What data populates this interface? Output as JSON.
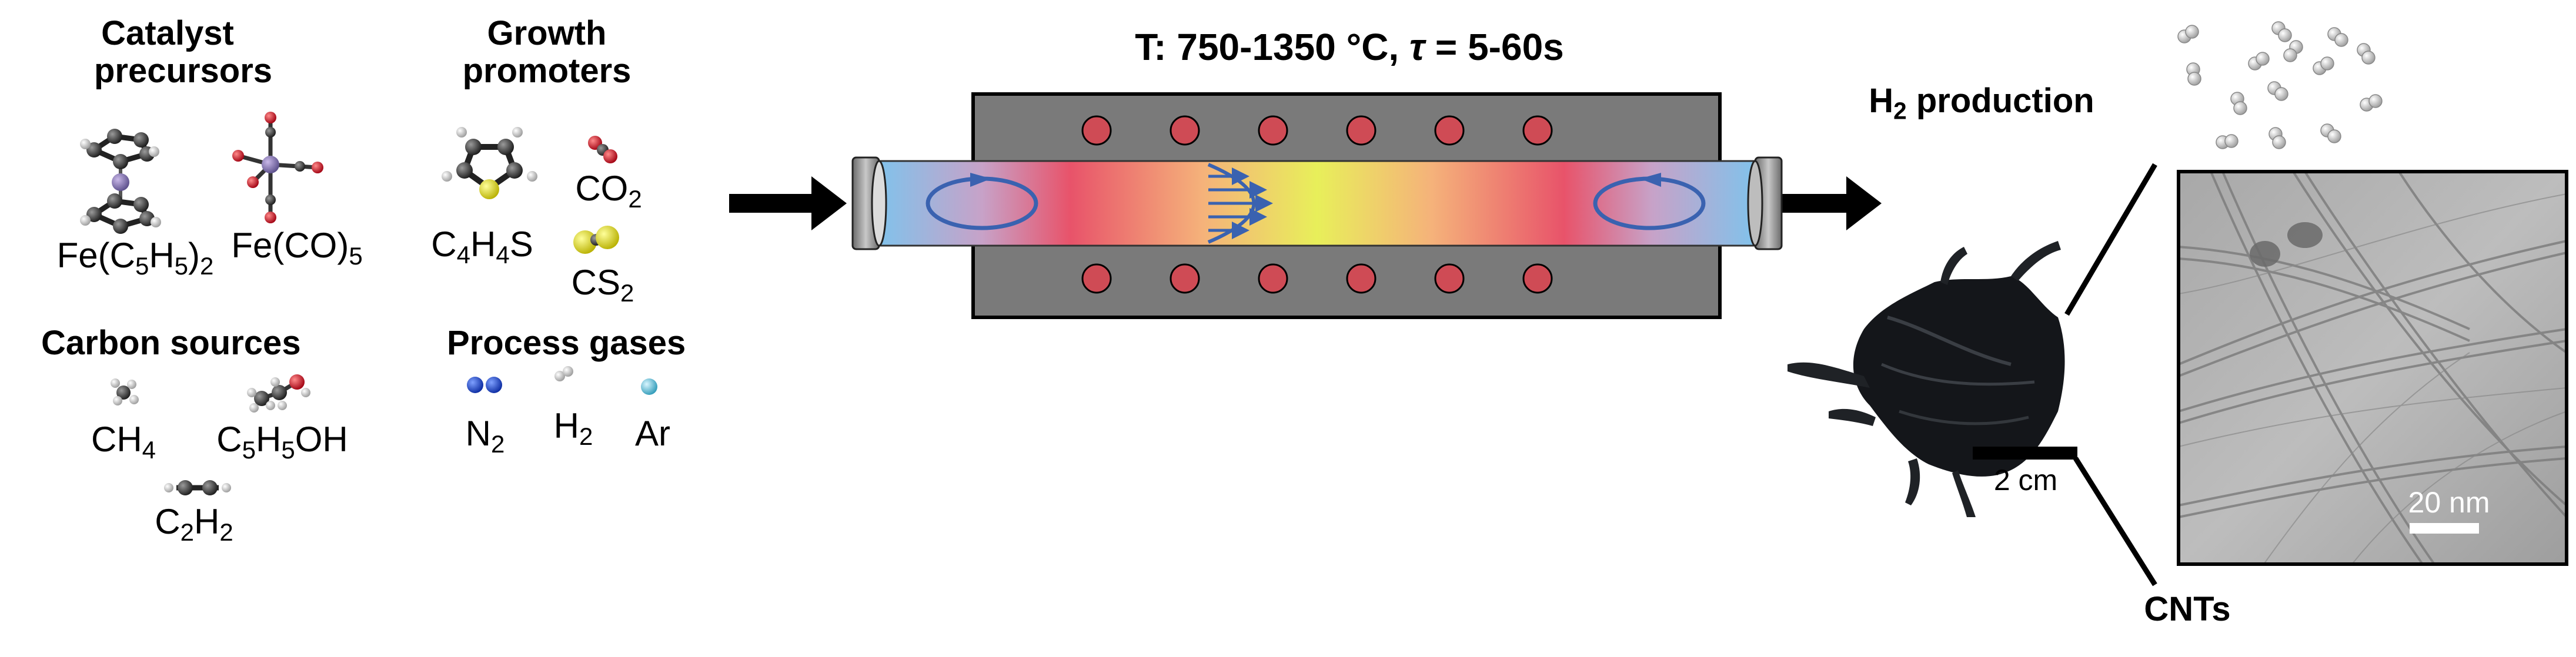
{
  "catalyst_precursors": {
    "heading_1": "Catalyst",
    "heading_2": "precursors",
    "items": [
      {
        "base": "Fe(C",
        "s1": "5",
        "mid": "H",
        "s2": "5",
        "end": ")",
        "s3": "2"
      },
      {
        "base": "Fe(CO)",
        "s1": "5"
      }
    ]
  },
  "growth_promoters": {
    "heading_1": "Growth",
    "heading_2": "promoters",
    "items": [
      {
        "a": "C",
        "s1": "4",
        "b": "H",
        "s2": "4",
        "c": "S"
      },
      {
        "a": "CO",
        "s1": "2"
      },
      {
        "a": "CS",
        "s1": "2"
      }
    ]
  },
  "carbon_sources": {
    "heading": "Carbon sources",
    "items": [
      {
        "a": "CH",
        "s1": "4"
      },
      {
        "a": "C",
        "s1": "5",
        "b": "H",
        "s2": "5",
        "c": "OH"
      },
      {
        "a": "C",
        "s1": "2",
        "b": "H",
        "s2": "2"
      }
    ]
  },
  "process_gases": {
    "heading": "Process gases",
    "items": [
      {
        "a": "N",
        "s1": "2"
      },
      {
        "a": "H",
        "s1": "2"
      },
      {
        "a": "Ar"
      }
    ]
  },
  "reactor": {
    "conditions_prefix": "T: 750-1350 °C, ",
    "tau_symbol": "τ",
    "conditions_suffix": " = 5-60s"
  },
  "outputs": {
    "h2_a": "H",
    "h2_sub": "2",
    "h2_b": " production",
    "cnt_label": "CNTs",
    "photo_scale": "2 cm",
    "tem_scale": "20 nm"
  },
  "colors": {
    "hot": "#e8536a",
    "warm": "#f5b27a",
    "center": "#e8ef5a",
    "cool": "#7fc3ec",
    "furnace": "#7a7a7a",
    "heater": "#cf4b55",
    "flow_arrow": "#3a62b0"
  }
}
